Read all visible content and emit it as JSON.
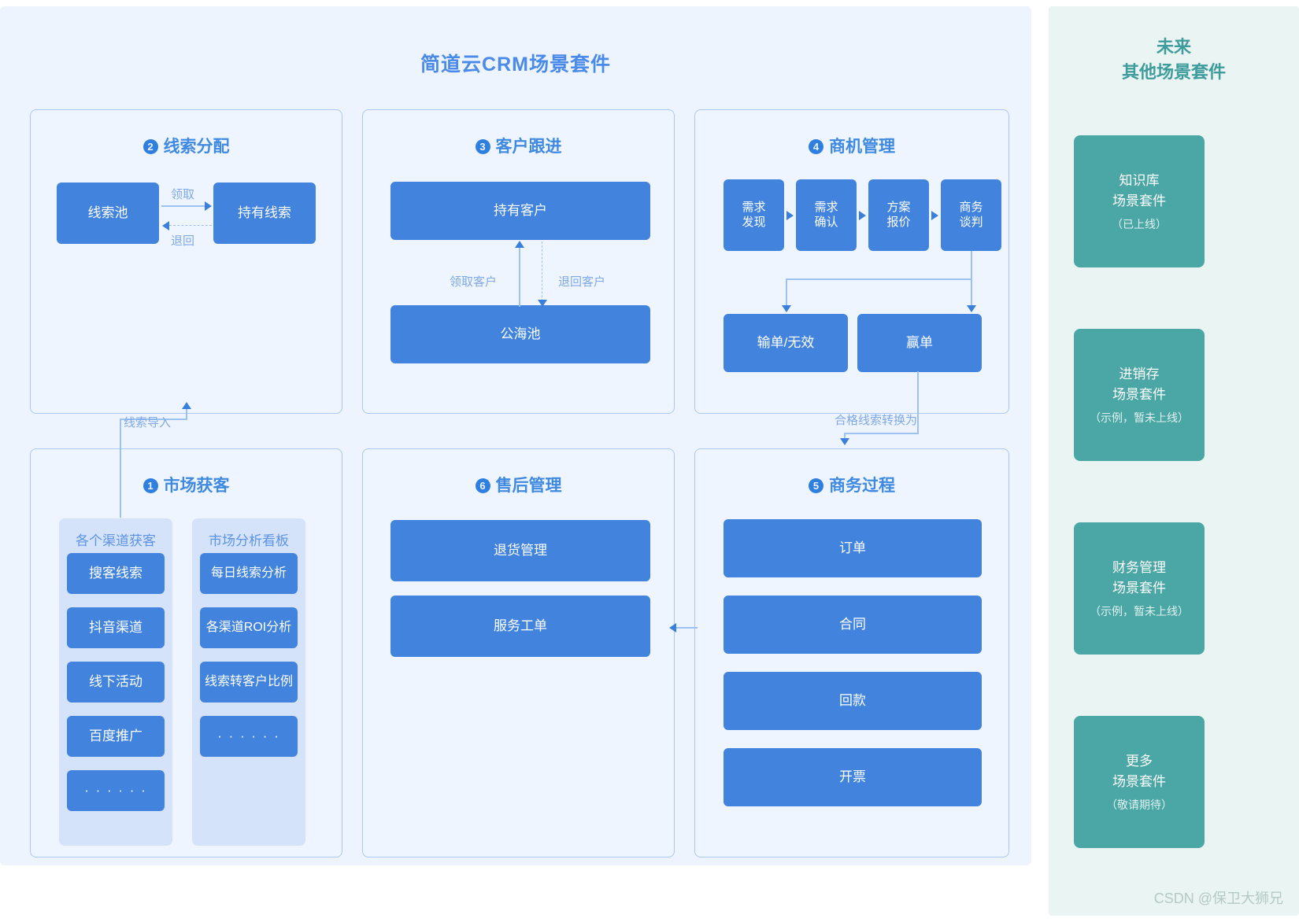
{
  "title": "简道云CRM场景套件",
  "sections": {
    "lead_distribution": {
      "num": "❷",
      "title": "线索分配",
      "nodes": [
        {
          "label": "线索池"
        },
        {
          "label": "持有线索"
        }
      ],
      "edges": [
        {
          "label": "领取"
        },
        {
          "label": "退回"
        }
      ]
    },
    "customer_follow": {
      "num": "❸",
      "title": "客户跟进",
      "nodes": [
        {
          "label": "持有客户"
        },
        {
          "label": "公海池"
        }
      ],
      "edges": [
        {
          "label": "领取客户"
        },
        {
          "label": "退回客户"
        }
      ]
    },
    "opportunity": {
      "num": "❹",
      "title": "商机管理",
      "stages": [
        {
          "line1": "需求",
          "line2": "发现"
        },
        {
          "line1": "需求",
          "line2": "确认"
        },
        {
          "line1": "方案",
          "line2": "报价"
        },
        {
          "line1": "商务",
          "line2": "谈判"
        }
      ],
      "outcomes": [
        {
          "label": "输单/无效"
        },
        {
          "label": "赢单"
        }
      ]
    },
    "market": {
      "num": "❶",
      "title": "市场获客",
      "columns": [
        {
          "title": "各个渠道获客",
          "items": [
            "搜客线索",
            "抖音渠道",
            "线下活动",
            "百度推广",
            "· · · · · ·"
          ]
        },
        {
          "title": "市场分析看板",
          "items": [
            "每日线索分析",
            "各渠道ROI分析",
            "线索转客户比例",
            "· · · · · ·"
          ]
        }
      ]
    },
    "after_sales": {
      "num": "❻",
      "title": "售后管理",
      "items": [
        "退货管理",
        "服务工单"
      ]
    },
    "business_process": {
      "num": "❺",
      "title": "商务过程",
      "items": [
        "订单",
        "合同",
        "回款",
        "开票"
      ]
    }
  },
  "cross_edges": [
    {
      "label": "线索导入"
    },
    {
      "label": "合格线索转换为"
    }
  ],
  "future": {
    "title_line1": "未来",
    "title_line2": "其他场景套件",
    "cards": [
      {
        "main_line1": "知识库",
        "main_line2": "场景套件",
        "sub": "（已上线）"
      },
      {
        "main_line1": "进销存",
        "main_line2": "场景套件",
        "sub": "（示例，暂未上线）"
      },
      {
        "main_line1": "财务管理",
        "main_line2": "场景套件",
        "sub": "（示例，暂未上线）"
      },
      {
        "main_line1": "更多",
        "main_line2": "场景套件",
        "sub": "（敬请期待）"
      }
    ]
  },
  "watermark": "CSDN @保卫大狮兄",
  "colors": {
    "node_blue": "#4183dd",
    "panel_bg": "#eff5fe",
    "canvas_bg": "#eef4fd",
    "teal": "#4aa7a5",
    "future_bg": "#eaf4f2"
  }
}
